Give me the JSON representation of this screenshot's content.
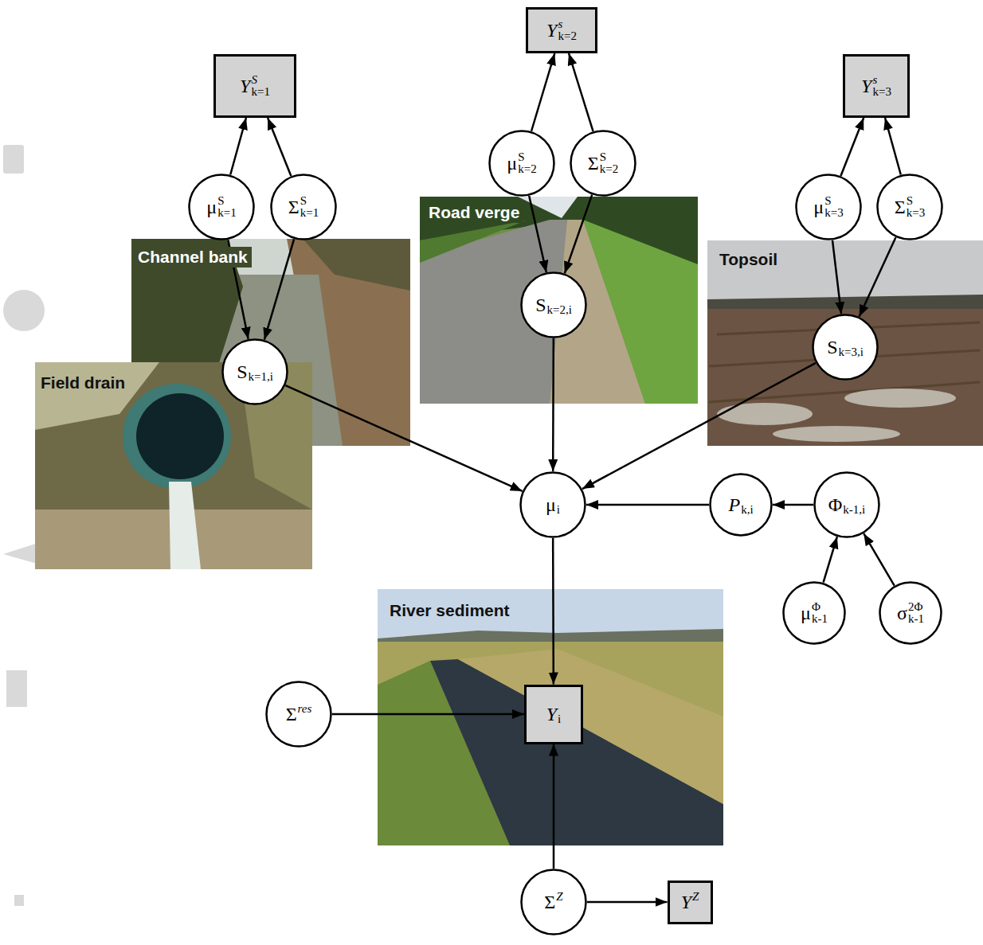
{
  "diagram": {
    "nodes": [
      {
        "text": [
          "Ysk=2"
        ]
      },
      {
        "text": [
          "YSk=1"
        ]
      },
      {
        "text": [
          "Ysk=3"
        ]
      },
      {
        "text": [
          "μSk=2"
        ]
      },
      {
        "text": [
          "ΣSk=2"
        ]
      },
      {
        "text": [
          "μSk=1"
        ]
      },
      {
        "text": [
          "ΣSk=1"
        ]
      },
      {
        "text": [
          "μSk=3"
        ]
      },
      {
        "text": [
          "ΣSk=3"
        ]
      },
      {
        "text": [
          "Sk=2,i"
        ]
      },
      {
        "text": [
          "Sk=3,i"
        ]
      },
      {
        "text": [
          "Sk=1,i"
        ]
      },
      {
        "text": [
          "μi"
        ]
      },
      {
        "text": [
          "Pk,i"
        ]
      },
      {
        "text": [
          "Φk-1,i"
        ]
      },
      {
        "text": [
          "μΦk-1"
        ]
      },
      {
        "text": [
          "σ2Φk-1"
        ]
      },
      {
        "text": [
          "Σres"
        ]
      },
      {
        "text": [
          "Yi"
        ]
      },
      {
        "text": [
          "ΣZ"
        ]
      },
      {
        "text": [
          "YZ"
        ]
      }
    ],
    "edges": [
      {
        "from": 5,
        "to": 1,
        "arrow": "to"
      },
      {
        "from": 6,
        "to": 1,
        "arrow": "to"
      },
      {
        "from": 5,
        "to": 11,
        "arrow": "to"
      },
      {
        "from": 6,
        "to": 11,
        "arrow": "to"
      },
      {
        "from": 3,
        "to": 0,
        "arrow": "to"
      },
      {
        "from": 4,
        "to": 0,
        "arrow": "to"
      },
      {
        "from": 3,
        "to": 9,
        "arrow": "to"
      },
      {
        "from": 4,
        "to": 9,
        "arrow": "to"
      },
      {
        "from": 7,
        "to": 2,
        "arrow": "to"
      },
      {
        "from": 8,
        "to": 2,
        "arrow": "to"
      },
      {
        "from": 7,
        "to": 10,
        "arrow": "to"
      },
      {
        "from": 8,
        "to": 10,
        "arrow": "to"
      },
      {
        "from": 11,
        "to": 12,
        "arrow": "to"
      },
      {
        "from": 9,
        "to": 12,
        "arrow": "to"
      },
      {
        "from": 10,
        "to": 12,
        "arrow": "to"
      },
      {
        "from": 13,
        "to": 12,
        "arrow": "to"
      },
      {
        "from": 14,
        "to": 13,
        "arrow": "to"
      },
      {
        "from": 15,
        "to": 14,
        "arrow": "to"
      },
      {
        "from": 16,
        "to": 14,
        "arrow": "to"
      },
      {
        "from": 12,
        "to": 18,
        "arrow": "to"
      },
      {
        "from": 17,
        "to": 18,
        "arrow": "to"
      },
      {
        "from": 19,
        "to": 18,
        "arrow": "to"
      },
      {
        "from": 19,
        "to": 20,
        "arrow": "to"
      }
    ],
    "labels": [
      "Channel bank",
      "Road verge",
      "Topsoil",
      "Field drain",
      "River sediment"
    ]
  }
}
